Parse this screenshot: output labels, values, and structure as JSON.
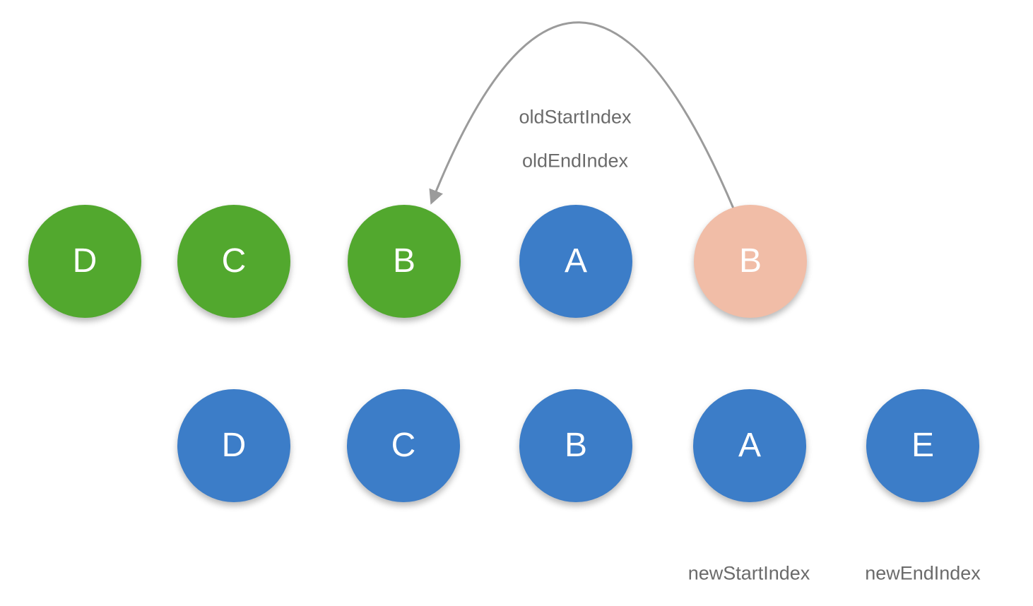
{
  "colors": {
    "background": "#ffffff",
    "green": "#52a82e",
    "blue": "#3c7dc8",
    "pink": "#f1bda7",
    "arrow": "#9b9b9b",
    "label_text": "#6b6b6b",
    "node_text": "#ffffff"
  },
  "labels": {
    "old_start": "oldStartIndex",
    "old_end": "oldEndIndex",
    "new_start": "newStartIndex",
    "new_end": "newEndIndex"
  },
  "old_row": {
    "nodes": [
      {
        "label": "D",
        "color": "green"
      },
      {
        "label": "C",
        "color": "green"
      },
      {
        "label": "B",
        "color": "green"
      },
      {
        "label": "A",
        "color": "blue"
      },
      {
        "label": "B",
        "color": "pink"
      }
    ]
  },
  "new_row": {
    "nodes": [
      {
        "label": "D",
        "color": "blue"
      },
      {
        "label": "C",
        "color": "blue"
      },
      {
        "label": "B",
        "color": "blue"
      },
      {
        "label": "A",
        "color": "blue"
      },
      {
        "label": "E",
        "color": "blue"
      }
    ]
  },
  "arrow": {
    "from": "old-node-b-pink",
    "to": "old-node-b-green"
  }
}
